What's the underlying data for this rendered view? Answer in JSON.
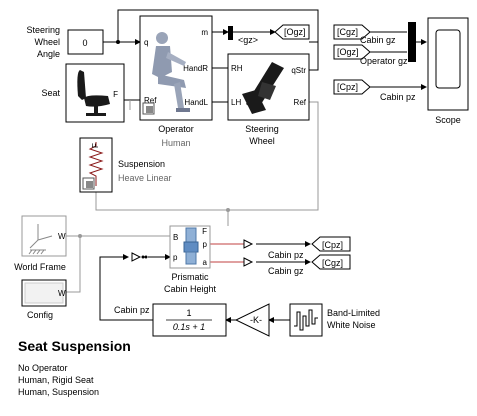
{
  "model": {
    "title": "Seat Suspension",
    "notes": [
      "No Operator",
      "Human, Rigid Seat",
      "Human, Suspension"
    ]
  },
  "blocks": {
    "steering_angle": {
      "label_lines": [
        "Steering",
        "Wheel",
        "Angle"
      ],
      "value": "0"
    },
    "seat": {
      "label": "Seat",
      "port_out": "F"
    },
    "operator": {
      "label": "Operator",
      "sublabel": "Human",
      "ports_left": [
        "q",
        "Ref"
      ],
      "ports_right": [
        "m",
        "HandR",
        "HandL"
      ]
    },
    "steering_wheel": {
      "label_lines": [
        "Steering",
        "Wheel"
      ],
      "ports_left": [
        "RH",
        "LH"
      ],
      "ports_right": [
        "qStr",
        "Ref"
      ]
    },
    "suspension": {
      "label": "Suspension",
      "sublabel": "Heave Linear",
      "port": "F"
    },
    "world_frame": {
      "label": "World Frame",
      "port": "W"
    },
    "config": {
      "label": "Config",
      "port": "W"
    },
    "prismatic": {
      "label_lines": [
        "Prismatic",
        "Cabin Height"
      ],
      "ports_left": [
        "B",
        "p"
      ],
      "ports_right": [
        "F",
        "p",
        "a"
      ]
    },
    "transfer_fcn": {
      "numerator": "1",
      "denominator": "0.1s + 1"
    },
    "gain": {
      "value": "-K-"
    },
    "noise": {
      "label_lines": [
        "Band-Limited",
        "White Noise"
      ]
    },
    "scope": {
      "label": "Scope"
    }
  },
  "tags": {
    "ogz_goto": "[Ogz]",
    "gz_bus": "<gz>",
    "cgz_from": "[Cgz]",
    "ogz_from": "[Ogz]",
    "cpz_from": "[Cpz]",
    "cpz_goto": "[Cpz]",
    "cgz_goto": "[Cgz]"
  },
  "signals": {
    "cabin_gz": "Cabin gz",
    "operator_gz": "Operator gz",
    "cabin_pz_scope": "Cabin pz",
    "cabin_pz_out": "Cabin pz",
    "cabin_gz_out": "Cabin gz",
    "cabin_pz_loop": "Cabin pz"
  }
}
